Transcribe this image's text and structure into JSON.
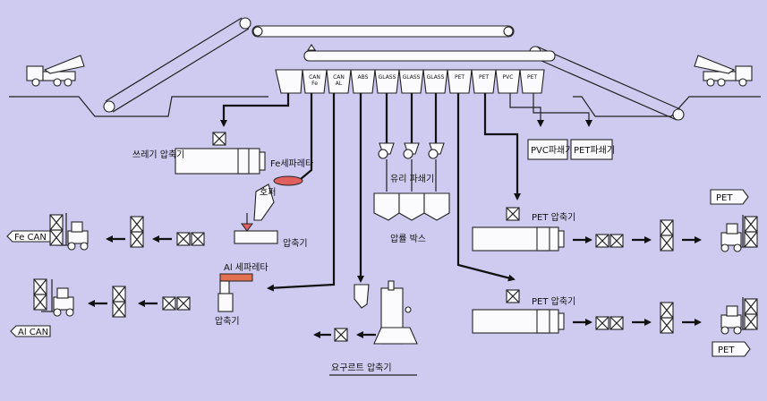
{
  "bins": [
    "CAN Fe",
    "CAN AL",
    "ABS",
    "GLASS",
    "GLASS",
    "GLASS",
    "PET",
    "PET",
    "PVC",
    "PET"
  ],
  "labels": {
    "trash_compactor": "쓰레기 압축기",
    "fe_separator": "Fe세파레타",
    "pallet_short": "호퍼",
    "compactor": "압축기",
    "al_separator": "Al 세파레타",
    "compactor2": "압축기",
    "glass_crusher": "유리 파쇄기",
    "pressure_box": "압률 박스",
    "pvc_crusher": "PVC파쇄기",
    "pet_crusher": "PET파쇄기",
    "pet_compactor_1": "PET 압축기",
    "pet_compactor_2": "PET 압축기",
    "yogurt_compactor": "요구르트 압축기"
  },
  "outputs": {
    "fe_can": "Fe CAN",
    "al_can": "Al CAN",
    "pet_1": "PET",
    "pet_2": "PET"
  }
}
